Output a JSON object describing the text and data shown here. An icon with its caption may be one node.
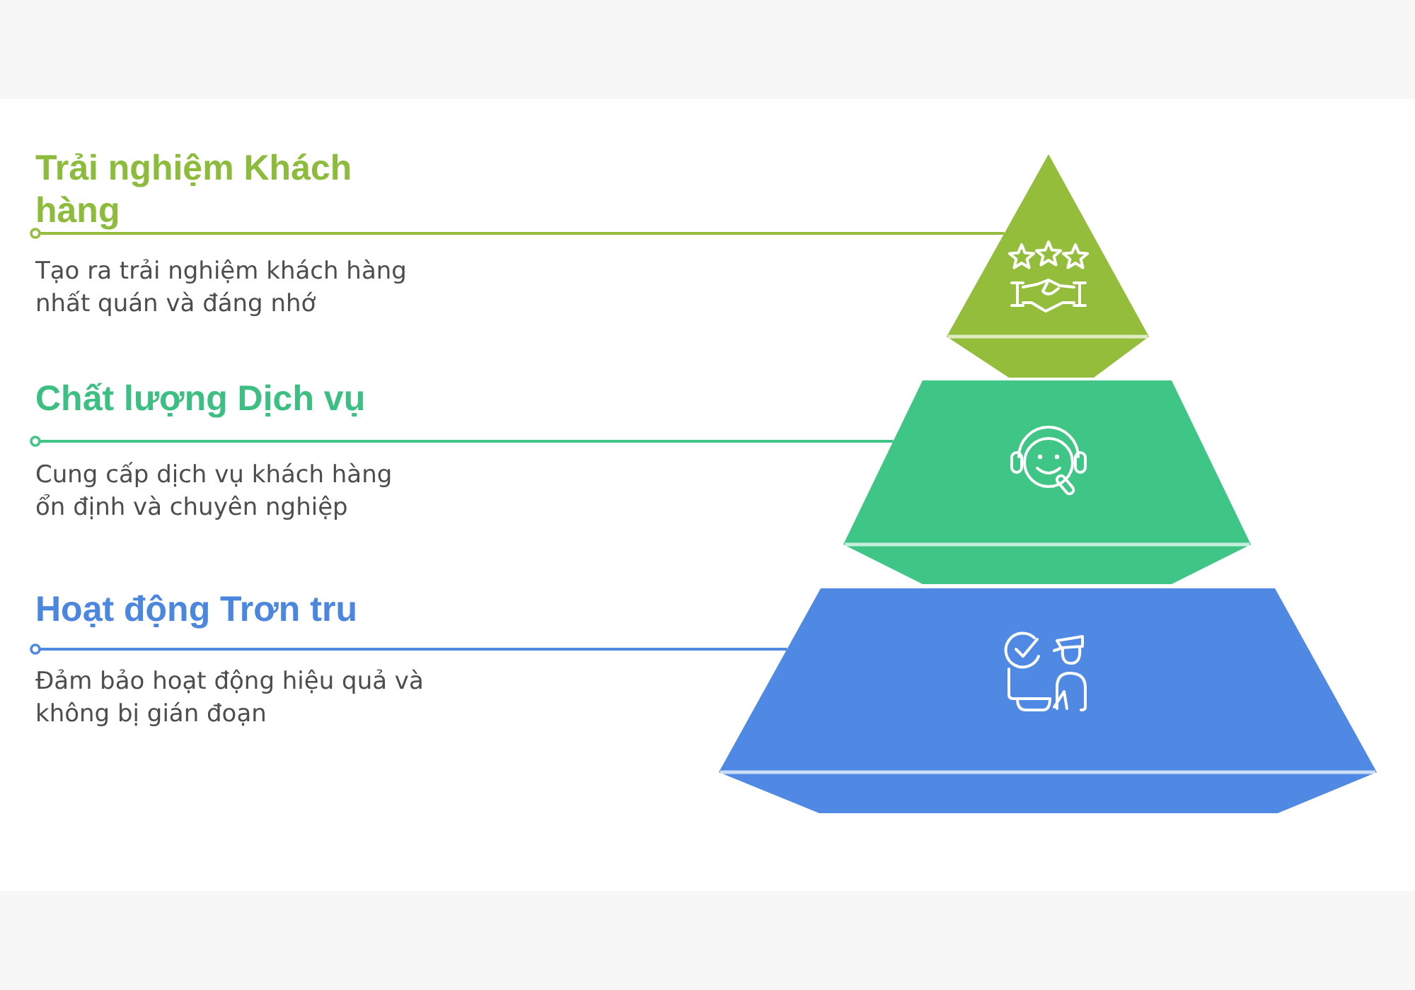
{
  "diagram": {
    "nodes": [
      {
        "text": [
          "Trải nghiệm Khách hàng",
          "Tạo ra trải nghiệm khách hàng nhất quán và đáng nhớ"
        ]
      },
      {
        "text": [],
        "shape": "triangle"
      },
      {
        "text": [
          "Chất lượng Dịch vụ",
          "Cung cấp dịch vụ khách hàng ổn định và chuyên nghiệp"
        ]
      },
      {
        "text": [],
        "shape": "trapezoid"
      },
      {
        "text": [
          "Hoạt động Trơn tru",
          "Đảm bảo hoạt động hiệu quả và không bị gián đoạn"
        ]
      },
      {
        "text": [],
        "shape": "trapezoid"
      }
    ],
    "edges": [
      {
        "from": 0,
        "to": 1,
        "arrow": "other",
        "color": "#93bd3b"
      },
      {
        "from": 2,
        "to": 3,
        "arrow": "other",
        "color": "#3fc585"
      },
      {
        "from": 4,
        "to": 5,
        "arrow": "other",
        "color": "#4f89e3"
      }
    ]
  }
}
